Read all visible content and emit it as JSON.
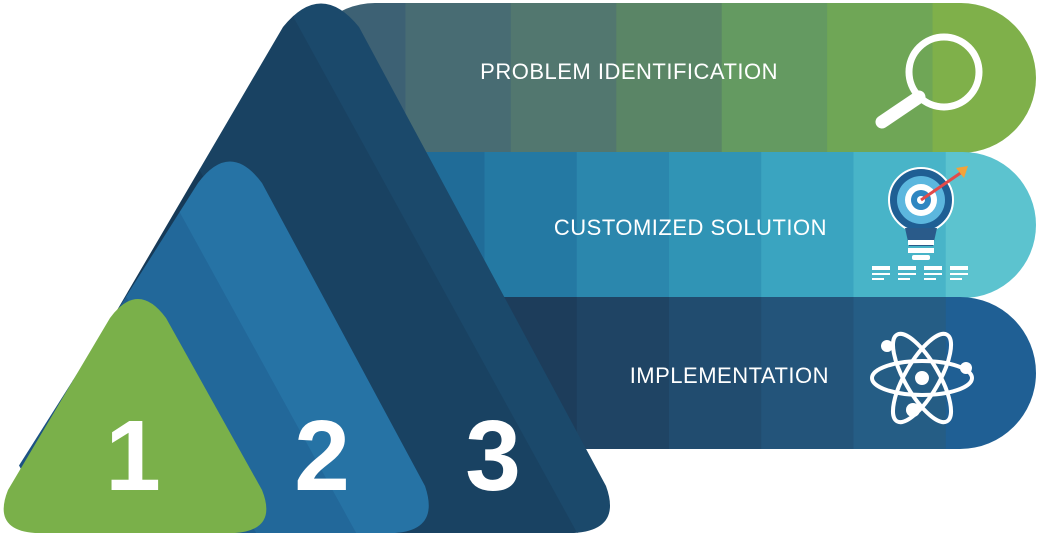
{
  "steps": [
    {
      "number": "1",
      "label": "PROBLEM IDENTIFICATION",
      "icon": "magnifier-icon"
    },
    {
      "number": "2",
      "label": "CUSTOMIZED SOLUTION",
      "icon": "lightbulb-target-icon"
    },
    {
      "number": "3",
      "label": "IMPLEMENTATION",
      "icon": "atom-icon"
    }
  ],
  "colors": {
    "band_top": [
      "#3d6174",
      "#486c73",
      "#52776f",
      "#5a8566",
      "#649a61",
      "#6fa656",
      "#7fb04a"
    ],
    "band_middle": [
      "#1d5f8c",
      "#206c98",
      "#2479a3",
      "#2b87ad",
      "#3094b5",
      "#3aa4c0",
      "#48b4c8",
      "#5cc3cf"
    ],
    "band_bottom": [
      "#19304a",
      "#1b3652",
      "#1d3d5b",
      "#1f4464",
      "#214c6f",
      "#23547a",
      "#255d85",
      "#1f5f94"
    ],
    "triangle_large": [
      "#13334f",
      "#163a58",
      "#194262",
      "#1b496b",
      "#123654"
    ],
    "triangle_medium": [
      "#1c5283",
      "#1f5d8e",
      "#22689a",
      "#2673a5",
      "#2b80af",
      "#3090b8"
    ],
    "triangle_small": "#7ab04a",
    "text": "#ffffff"
  }
}
